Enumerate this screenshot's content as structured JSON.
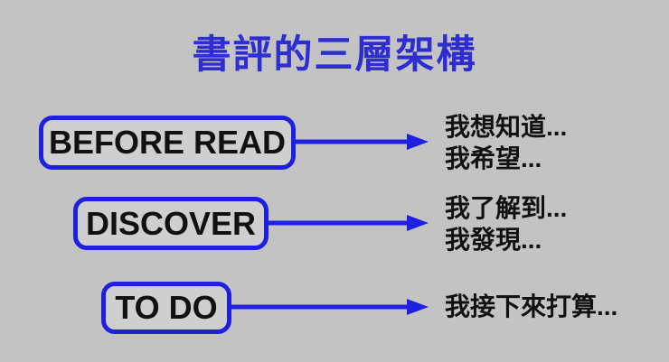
{
  "title": "書評的三層架構",
  "rows": [
    {
      "box_label": "BEFORE READ",
      "notes": [
        "我想知道...",
        "我希望..."
      ]
    },
    {
      "box_label": "DISCOVER",
      "notes": [
        "我了解到...",
        "我發現..."
      ]
    },
    {
      "box_label": "TO DO",
      "notes": [
        "我接下來打算..."
      ]
    }
  ],
  "colors": {
    "background": "#c3c3c3",
    "box_fill": "#cfcfcf",
    "accent_blue": "#1f1fe0",
    "title_blue": "#2d2dd2",
    "text_black": "#111111"
  }
}
